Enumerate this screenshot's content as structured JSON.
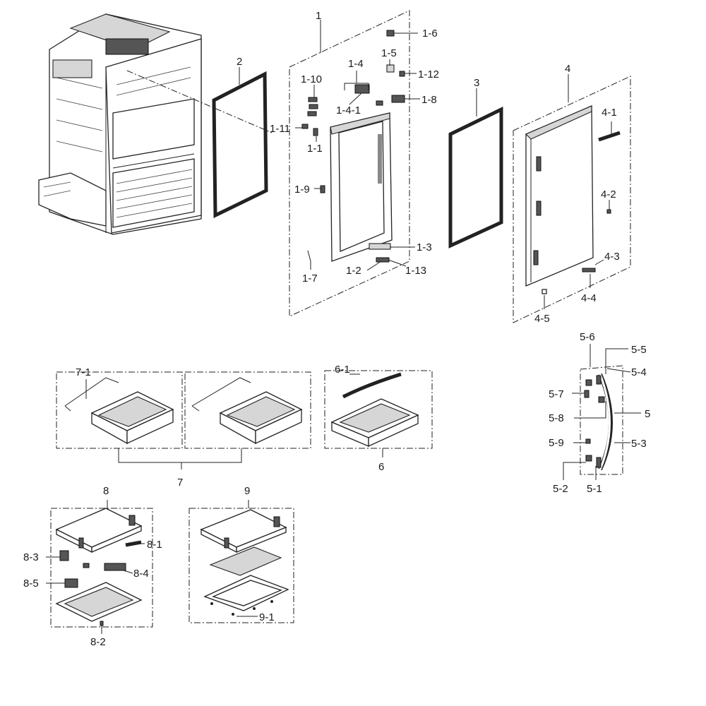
{
  "callouts": {
    "p1": "1",
    "p1_1": "1-1",
    "p1_2": "1-2",
    "p1_3": "1-3",
    "p1_4": "1-4",
    "p1_4_1": "1-4-1",
    "p1_5": "1-5",
    "p1_6": "1-6",
    "p1_7": "1-7",
    "p1_8": "1-8",
    "p1_9": "1-9",
    "p1_10": "1-10",
    "p1_11": "1-11",
    "p1_12": "1-12",
    "p1_13": "1-13",
    "p2": "2",
    "p3": "3",
    "p4": "4",
    "p4_1": "4-1",
    "p4_2": "4-2",
    "p4_3": "4-3",
    "p4_4": "4-4",
    "p4_5": "4-5",
    "p5": "5",
    "p5_1": "5-1",
    "p5_2": "5-2",
    "p5_3": "5-3",
    "p5_4": "5-4",
    "p5_5": "5-5",
    "p5_6": "5-6",
    "p5_7": "5-7",
    "p5_8": "5-8",
    "p5_9": "5-9",
    "p6": "6",
    "p6_1": "6-1",
    "p7": "7",
    "p7_1": "7-1",
    "p8": "8",
    "p8_1": "8-1",
    "p8_2": "8-2",
    "p8_3": "8-3",
    "p8_4": "8-4",
    "p8_5": "8-5",
    "p9": "9",
    "p9_1": "9-1"
  }
}
